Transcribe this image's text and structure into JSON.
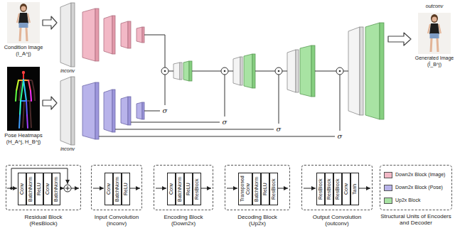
{
  "diagram": {
    "nodes": [
      {
        "text": [
          "Residual Block (ResBlock)"
        ]
      },
      {
        "text": [
          "Conv"
        ],
        "in": 0
      },
      {
        "text": [
          "BatchNorm"
        ],
        "in": 0
      },
      {
        "text": [
          "ReLU"
        ],
        "in": 0
      },
      {
        "text": [
          "Conv"
        ],
        "in": 0
      },
      {
        "text": [
          "BatchNorm"
        ],
        "in": 0
      },
      {
        "text": [
          "Input Convolution (inconv)"
        ]
      },
      {
        "text": [
          "Conv"
        ],
        "in": 6
      },
      {
        "text": [
          "BatchNorm"
        ],
        "in": 6
      },
      {
        "text": [
          "ReLU"
        ],
        "in": 6
      },
      {
        "text": [
          "Encoding Block (Down2x)"
        ]
      },
      {
        "text": [
          "Conv"
        ],
        "in": 10
      },
      {
        "text": [
          "BatchNorm"
        ],
        "in": 10
      },
      {
        "text": [
          "ReLU"
        ],
        "in": 10
      },
      {
        "text": [
          "ResBlock"
        ],
        "in": 10
      },
      {
        "text": [
          "Decoding Block (Up2x)"
        ]
      },
      {
        "text": [
          "Transposed Conv"
        ],
        "in": 15
      },
      {
        "text": [
          "BatchNorm"
        ],
        "in": 15
      },
      {
        "text": [
          "ReLU"
        ],
        "in": 15
      },
      {
        "text": [
          "ResBlock"
        ],
        "in": 15
      },
      {
        "text": [
          "Output Convolution (outconv)"
        ]
      },
      {
        "text": [
          "ResBlock"
        ],
        "in": 20
      },
      {
        "text": [
          "ResBlock"
        ],
        "in": 20
      },
      {
        "text": [
          "ResBlock"
        ],
        "in": 20
      },
      {
        "text": [
          "Conv"
        ],
        "in": 20
      },
      {
        "text": [
          "Tanh"
        ],
        "in": 20
      }
    ],
    "labels": [
      "Condition Image",
      "(I_A^j)",
      "Pose Heatmaps",
      "(H_A^j, H_B^j)",
      "inconv",
      "inconv",
      "σ",
      "σ",
      "σ",
      "σ",
      "outconv",
      "Generated Image",
      "(Î_B^j)",
      "Structural Units of Encoders and Decoder"
    ],
    "legend": [
      {
        "text": "Down2x Block (Image)",
        "color": "#f2b8c6"
      },
      {
        "text": "Down2x Block (Pose)",
        "color": "#b8b3ea"
      },
      {
        "text": "Up2x Block",
        "color": "#a8e3a3"
      }
    ]
  }
}
